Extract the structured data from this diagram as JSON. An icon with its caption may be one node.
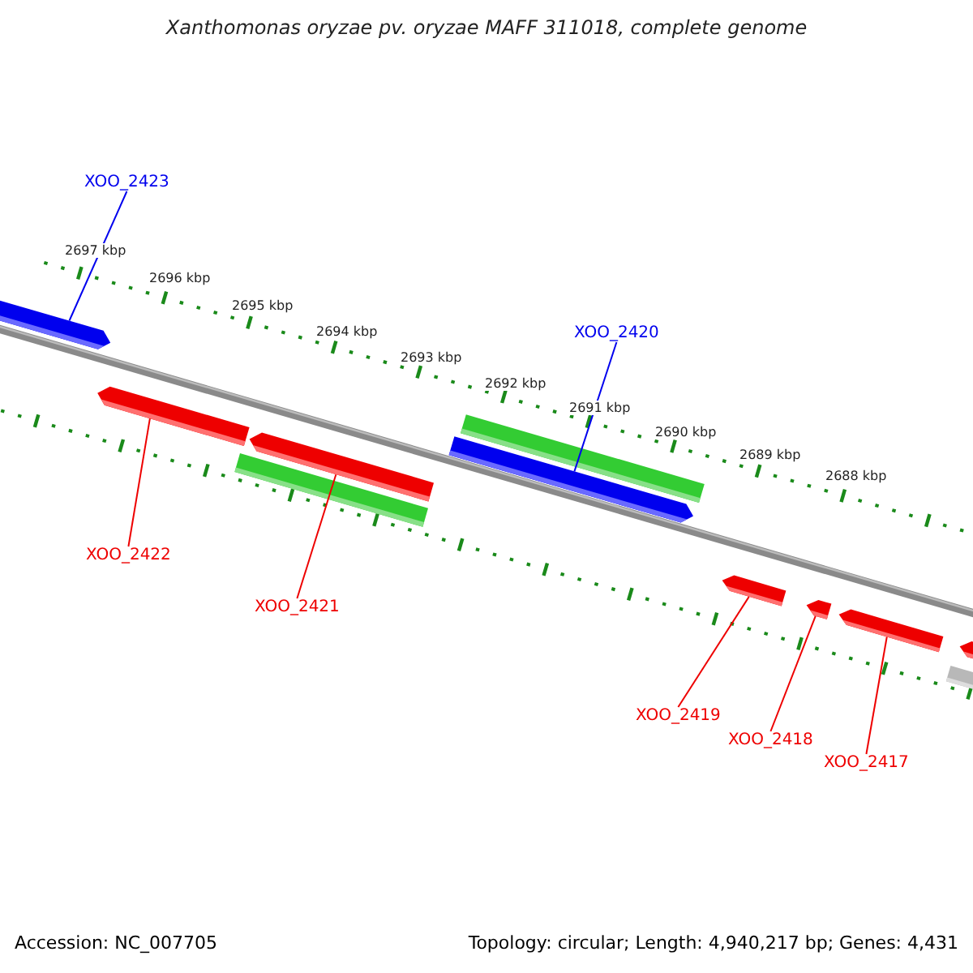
{
  "diagram": {
    "title": "Xanthomonas oryzae pv. oryzae MAFF 311018, complete genome",
    "nodes": [
      {
        "text": [
          "XOO_2423"
        ]
      },
      {
        "text": [
          "XOO_2420"
        ]
      },
      {
        "text": [],
        "shape": "bar"
      },
      {
        "text": [],
        "shape": "bar"
      },
      {
        "text": [],
        "shape": "bar"
      },
      {
        "text": [],
        "shape": "bar"
      },
      {
        "text": [],
        "shape": "bar"
      },
      {
        "text": [],
        "shape": "bar"
      },
      {
        "text": [],
        "shape": "bar"
      },
      {
        "text": [],
        "shape": "bar"
      },
      {
        "text": [],
        "shape": "bar"
      },
      {
        "text": [],
        "shape": "bar"
      },
      {
        "text": [],
        "shape": "bar"
      },
      {
        "text": [
          "XOO_2422"
        ]
      },
      {
        "text": [
          "XOO_2421"
        ]
      },
      {
        "text": [
          "XOO_2419"
        ]
      },
      {
        "text": [
          "XOO_2418"
        ]
      },
      {
        "text": [
          "XOO_2417"
        ]
      }
    ],
    "edges": [
      {
        "from": 0,
        "to": 2,
        "arrow": "none",
        "color": "#0000ee"
      },
      {
        "from": 1,
        "to": 6,
        "arrow": "none",
        "color": "#0000ee"
      },
      {
        "from": 13,
        "to": 3,
        "arrow": "none"
      },
      {
        "from": 14,
        "to": 5,
        "arrow": "none"
      },
      {
        "from": 15,
        "to": 8,
        "arrow": "none"
      },
      {
        "from": 16,
        "to": 9,
        "arrow": "none"
      },
      {
        "from": 17,
        "to": 10,
        "arrow": "none"
      }
    ],
    "labels": [
      "2697 kbp",
      "2696 kbp",
      "2695 kbp",
      "2694 kbp",
      "2693 kbp",
      "2692 kbp",
      "2691 kbp",
      "2690 kbp",
      "2689 kbp",
      "2688 kbp",
      "Accession: NC_007705",
      "Topology: circular; Length: 4,940,217 bp; Genes: 4,431"
    ]
  }
}
